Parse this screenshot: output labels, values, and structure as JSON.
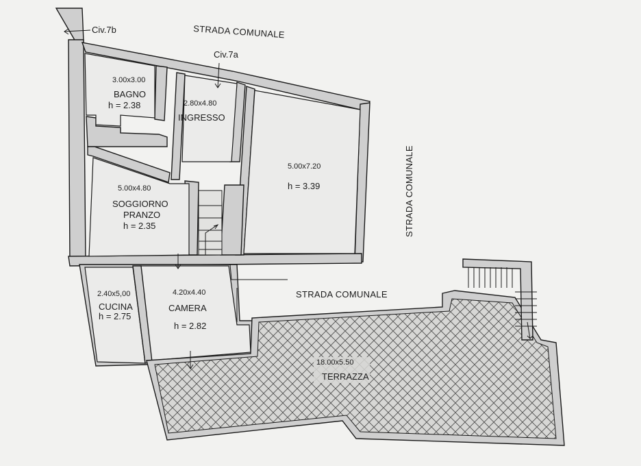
{
  "streets": {
    "north": "STRADA COMUNALE",
    "east": "STRADA COMUNALE",
    "south": "STRADA COMUNALE"
  },
  "entrances": {
    "civ_7b": "Civ.7b",
    "civ_7a": "Civ.7a"
  },
  "rooms": {
    "bagno": {
      "dims": "3.00x3.00",
      "name": "BAGNO",
      "height": "h = 2.38"
    },
    "ingresso": {
      "dims": "2.80x4.80",
      "name": "INGRESSO"
    },
    "main_room": {
      "dims": "5.00x7.20",
      "height": "h = 3.39"
    },
    "soggiorno": {
      "dims": "5.00x4.80",
      "name_line1": "SOGGIORNO",
      "name_line2": "PRANZO",
      "height": "h = 2.35"
    },
    "cucina": {
      "dims": "2.40x5,00",
      "name": "CUCINA",
      "height": "h = 2.75"
    },
    "camera": {
      "dims": "4.20x4.40",
      "name": "CAMERA",
      "height": "h = 2.82"
    },
    "terrazza": {
      "dims": "18.00x5.50",
      "name": "TERRAZZA"
    }
  },
  "colors": {
    "wall_fill": "#cfcfcf",
    "line": "#1a1a1a",
    "paper": "#f2f2f0"
  }
}
